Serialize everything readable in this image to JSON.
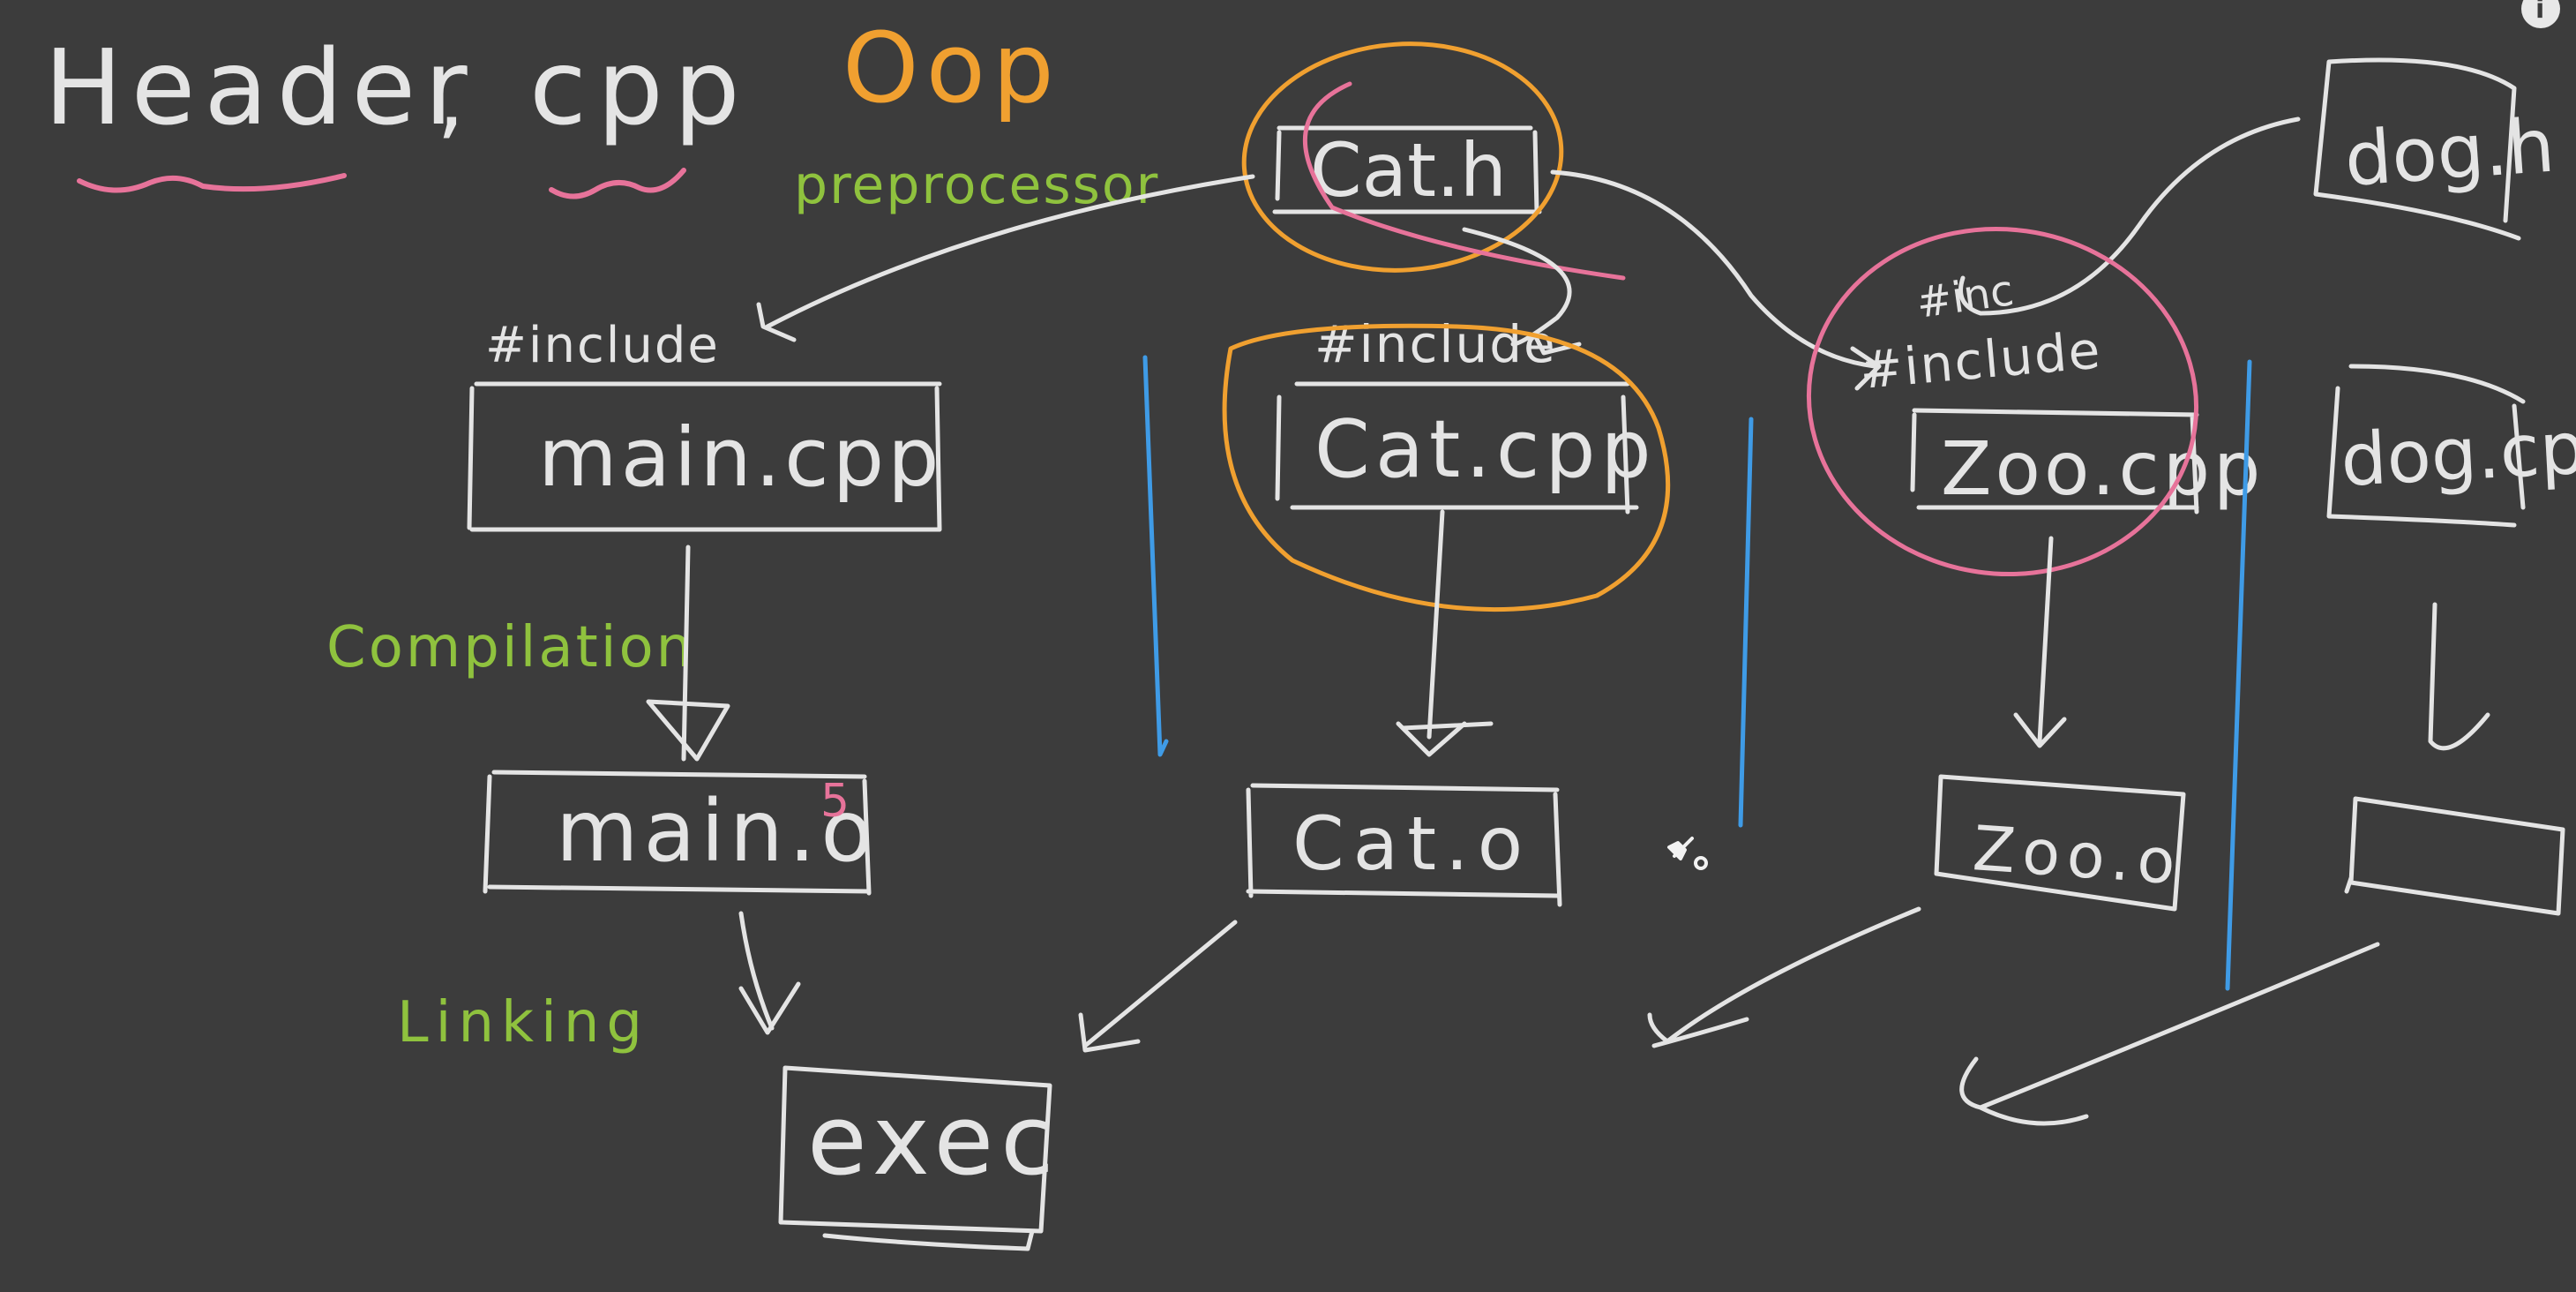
{
  "colors": {
    "background": "#3c3c3c",
    "chalk": "#e4e4e4",
    "orange": "#f0a030",
    "green": "#8fc23e",
    "pink": "#e7739a",
    "blue": "#3f9be6"
  },
  "title": {
    "header": "Header",
    "comma": ",",
    "cpp": "cpp",
    "oop": "Oop"
  },
  "labels": {
    "preprocessor": "preprocessor",
    "compilation": "Compilation",
    "linking": "Linking",
    "include_main": "#include",
    "include_cat": "#include",
    "include_zoo": "#include",
    "include_zoo_scribble": "#inc",
    "main_o_mark": "5"
  },
  "files": {
    "cat_h": "Cat.h",
    "dog_h": "dog.h",
    "main_cpp": "main.cpp",
    "cat_cpp": "Cat.cpp",
    "zoo_cpp": "Zoo.cpp",
    "dog_cpp": "dog.cpp",
    "main_o": "main.o",
    "cat_o": "Cat.o",
    "zoo_o": "Zoo.o",
    "dog_o": "",
    "exec": "exec"
  },
  "icons": {
    "info": "info-icon",
    "brush": "paint-brush-icon"
  },
  "info_glyph": "i"
}
